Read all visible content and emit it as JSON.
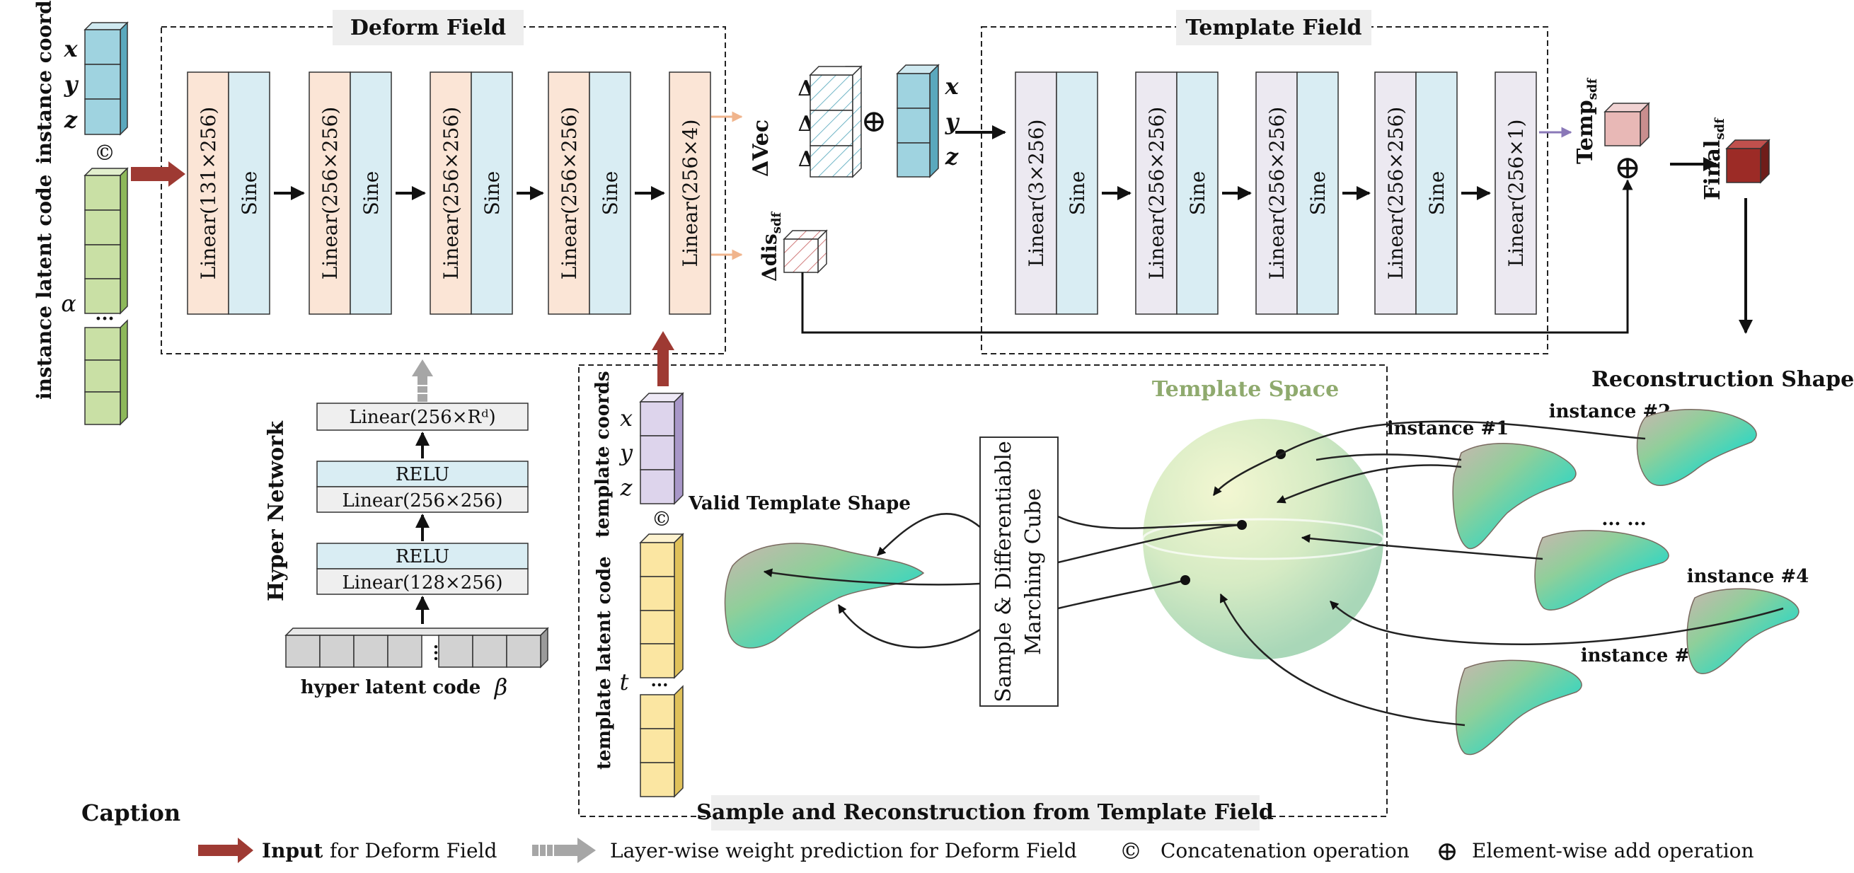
{
  "deform_field": {
    "title": "Deform Field",
    "layers": [
      {
        "linear": "Linear(131×256)",
        "act": "Sine"
      },
      {
        "linear": "Linear(256×256)",
        "act": "Sine"
      },
      {
        "linear": "Linear(256×256)",
        "act": "Sine"
      },
      {
        "linear": "Linear(256×256)",
        "act": "Sine"
      },
      {
        "linear": "Linear(256×4)",
        "act": ""
      }
    ]
  },
  "template_field": {
    "title": "Template Field",
    "layers": [
      {
        "linear": "Linear(3×256)",
        "act": "Sine"
      },
      {
        "linear": "Linear(256×256)",
        "act": "Sine"
      },
      {
        "linear": "Linear(256×256)",
        "act": "Sine"
      },
      {
        "linear": "Linear(256×256)",
        "act": "Sine"
      },
      {
        "linear": "Linear(256×1)",
        "act": ""
      }
    ]
  },
  "instance_inputs": {
    "coords_label": "instance coords",
    "coords": [
      "x",
      "y",
      "z"
    ],
    "concat_symbol": "©",
    "latent_label": "instance latent code",
    "alpha": "α",
    "dots": "..."
  },
  "deform_outputs": {
    "delta_vec_label": "ΔVec",
    "deltas": [
      "Δx",
      "Δy",
      "Δz"
    ],
    "add_symbol": "⊕",
    "xyz": [
      "x",
      "y",
      "z"
    ],
    "delta_dis_main": "Δdis",
    "delta_dis_sub": "sdf"
  },
  "template_outputs": {
    "temp_main": "Temp",
    "temp_sub": "sdf",
    "final_main": "Final",
    "final_sub": "sdf",
    "add_symbol": "⊕"
  },
  "hyper_network": {
    "title": "Hyper Network",
    "top_layer": "Linear(256×Rᵈ)",
    "block2": {
      "relu": "RELU",
      "linear": "Linear(256×256)"
    },
    "block1": {
      "relu": "RELU",
      "linear": "Linear(128×256)"
    },
    "latent_label": "hyper latent code",
    "beta": "β",
    "dots": "..."
  },
  "sample_section": {
    "title": "Sample and Reconstruction from Template Field",
    "coords_label": "template coords",
    "coords": [
      "x",
      "y",
      "z"
    ],
    "concat_symbol": "©",
    "latent_label": "template latent code",
    "t": "t",
    "dots": "...",
    "valid_shape": "Valid Template Shape",
    "marching_line1": "Sample & Differentiable",
    "marching_line2": "Marching Cube",
    "template_space": "Template Space"
  },
  "reconstruction": {
    "title": "Reconstruction Shapes",
    "instances": [
      "instance #1",
      "instance #2",
      "instance #3",
      "instance #4"
    ],
    "ellipsis": "... ..."
  },
  "caption": {
    "title": "Caption",
    "input_bold": "Input",
    "input_text": "for Deform Field",
    "hyper_text": "Layer-wise weight prediction for Deform Field",
    "concat_symbol": "©",
    "concat_text": "Concatenation operation",
    "add_symbol": "⊕",
    "add_text": "Element-wise add operation"
  },
  "colors": {
    "linear_deform": "#fbe5d6",
    "sine": "#d9edf3",
    "linear_template": "#ece9f1",
    "cube_blue": "#9fd3e0",
    "cube_green": "#c9e0a5",
    "cube_yellow": "#fbe6a2",
    "cube_lilac": "#ddd4ec",
    "input_arrow": "#9e3a33",
    "hyper_arrow": "#a6a6a6",
    "template_space": "#8faa6e"
  }
}
